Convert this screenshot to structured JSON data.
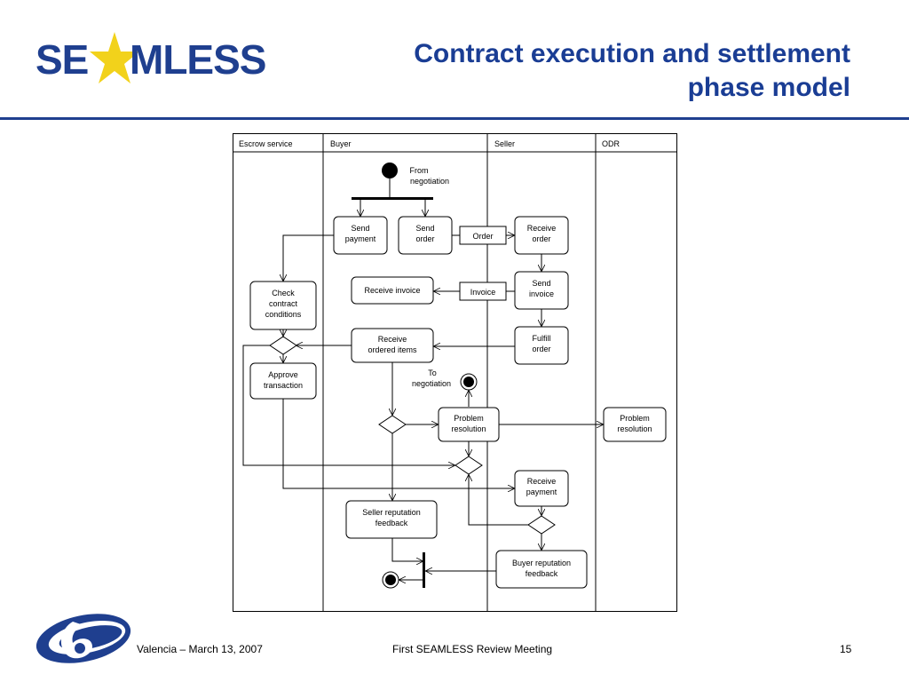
{
  "header": {
    "logo_text_left": "SE",
    "logo_text_right": "MLESS",
    "title_line1": "Contract execution and settlement",
    "title_line2": "phase model"
  },
  "diagram": {
    "lanes": [
      "Escrow service",
      "Buyer",
      "Seller",
      "ODR"
    ],
    "nodes": {
      "from_negotiation_1": "From",
      "from_negotiation_2": "negotiation",
      "send_payment_1": "Send",
      "send_payment_2": "payment",
      "send_order_1": "Send",
      "send_order_2": "order",
      "order_obj": "Order",
      "receive_order_1": "Receive",
      "receive_order_2": "order",
      "check_1": "Check",
      "check_2": "contract",
      "check_3": "conditions",
      "receive_invoice": "Receive invoice",
      "invoice_obj": "Invoice",
      "send_invoice_1": "Send",
      "send_invoice_2": "invoice",
      "receive_items_1": "Receive",
      "receive_items_2": "ordered items",
      "fulfill_1": "Fulfill",
      "fulfill_2": "order",
      "approve_1": "Approve",
      "approve_2": "transaction",
      "to_negotiation_1": "To",
      "to_negotiation_2": "negotiation",
      "problem_1": "Problem",
      "problem_2": "resolution",
      "odr_problem_1": "Problem",
      "odr_problem_2": "resolution",
      "receive_payment_1": "Receive",
      "receive_payment_2": "payment",
      "seller_rep_1": "Seller reputation",
      "seller_rep_2": "feedback",
      "buyer_rep_1": "Buyer reputation",
      "buyer_rep_2": "feedback"
    }
  },
  "footer": {
    "location_date": "Valencia – March 13, 2007",
    "meeting": "First SEAMLESS Review Meeting",
    "page_number": "15"
  },
  "colors": {
    "brand_blue": "#1f3f8f",
    "star_yellow": "#f2d21b"
  }
}
